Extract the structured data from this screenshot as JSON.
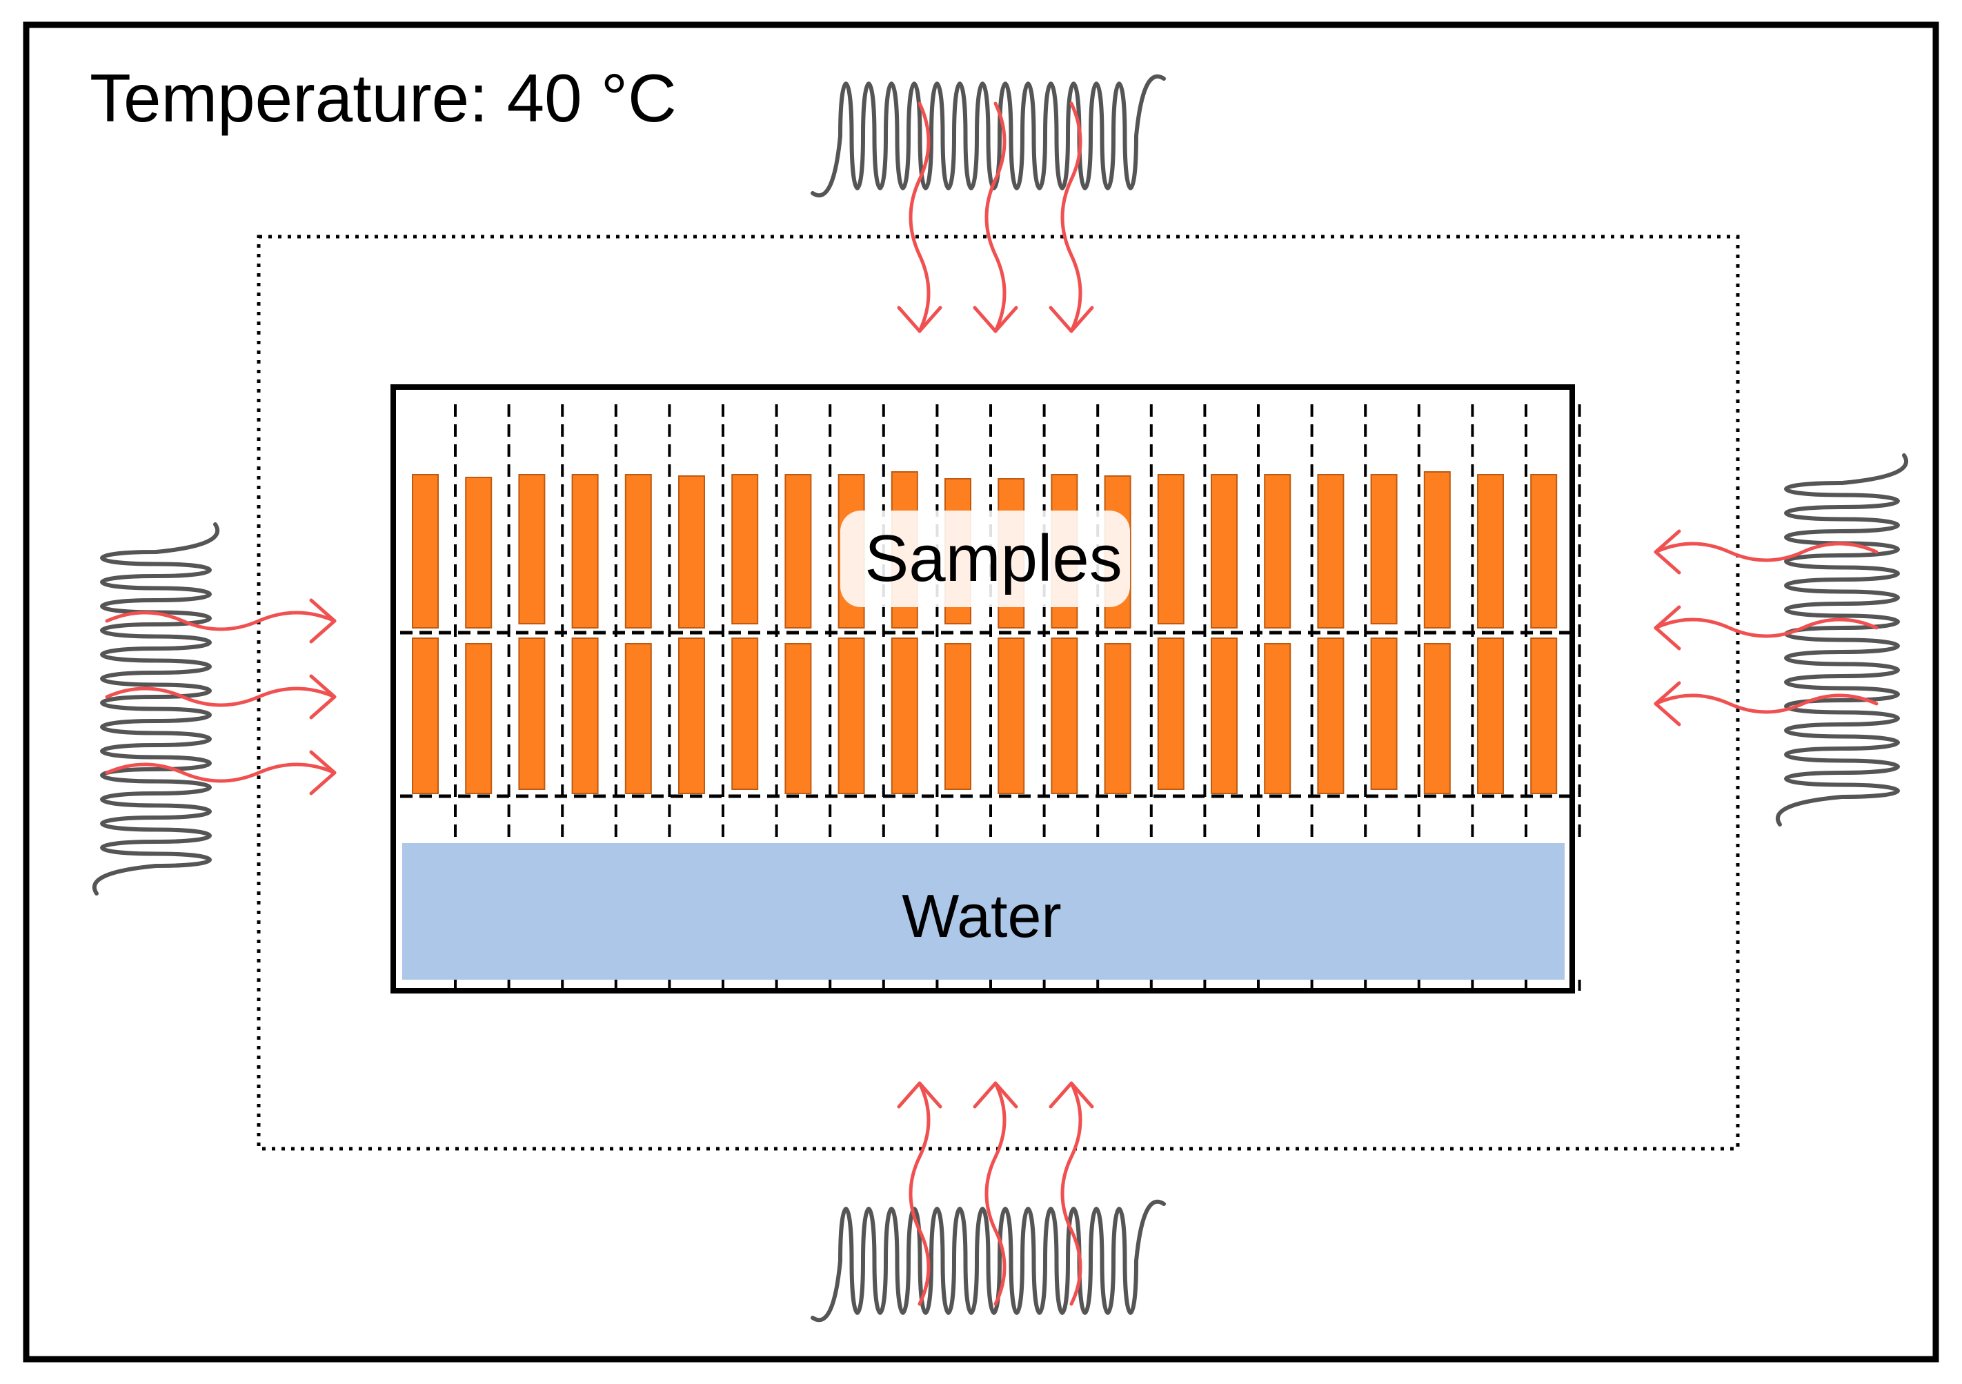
{
  "labels": {
    "temperature": "Temperature: 40 °C",
    "samples": "Samples",
    "water": "Water"
  },
  "colors": {
    "sample": "#fd7f20",
    "sample_edge": "#c05a10",
    "water": "#adc7e8",
    "heater_coil": "#555555",
    "heat_arrow": "#f05050"
  },
  "icons": {
    "heater": "heating-coil-icon",
    "heat_flow": "wavy-heat-arrow-icon"
  },
  "samples": {
    "rows": 2,
    "per_row": 22
  },
  "heaters": [
    "top",
    "bottom",
    "left",
    "right"
  ]
}
